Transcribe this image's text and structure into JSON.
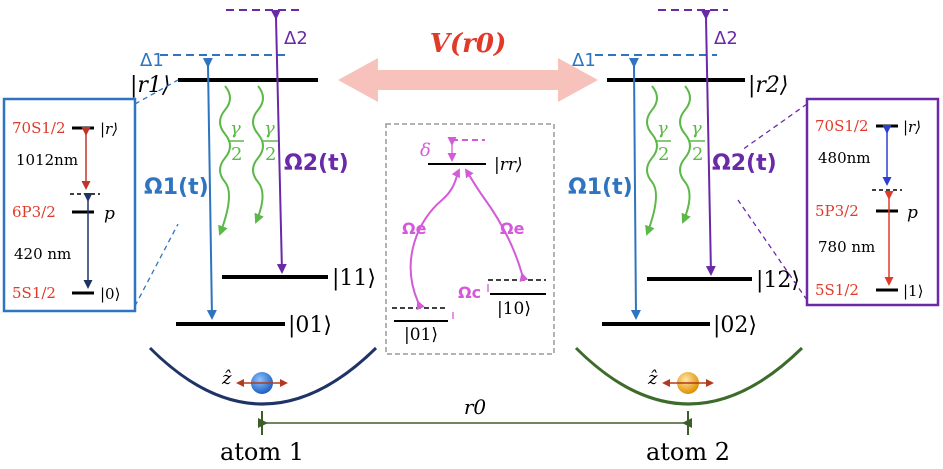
{
  "coupling": {
    "label": "V(r0)"
  },
  "atom1": {
    "detuning_upper": "Δ2",
    "detuning_lower": "Δ1",
    "ket_r": "|r1⟩",
    "ket_1": "|11⟩",
    "ket_0": "|01⟩",
    "omega1": "Ω1(t)",
    "omega2": "Ω2(t)",
    "decay_gamma": "γ",
    "decay_two": "2",
    "axis": "ẑ",
    "label": "atom 1",
    "inset": {
      "level_top": "70S1/2",
      "ket_top": "|r⟩",
      "wavelength_top": "1012nm",
      "level_mid": "6P3/2",
      "ket_mid": "p",
      "wavelength_bottom": "420 nm",
      "level_bottom": "5S1/2",
      "ket_bottom": "|0⟩"
    },
    "colors": {
      "well": "#1f3366",
      "ball": "#2e74d6"
    }
  },
  "atom2": {
    "detuning_upper": "Δ2",
    "detuning_lower": "Δ1",
    "ket_r": "|r2⟩",
    "ket_1": "|12⟩",
    "ket_0": "|02⟩",
    "omega1": "Ω1(t)",
    "omega2": "Ω2(t)",
    "decay_gamma": "γ",
    "decay_two": "2",
    "axis": "ẑ",
    "label": "atom 2",
    "inset": {
      "level_top": "70S1/2",
      "ket_top": "|r⟩",
      "wavelength_top": "480nm",
      "level_mid": "5P3/2",
      "ket_mid": "p",
      "wavelength_bottom": "780 nm",
      "level_bottom": "5S1/2",
      "ket_bottom": "|1⟩"
    },
    "colors": {
      "well": "#3d6b2a",
      "ball": "#f2a516"
    }
  },
  "middle": {
    "delta": "δ",
    "ket_rr": "|rr⟩",
    "omega_e_left": "Ωe",
    "omega_e_right": "Ωe",
    "omega_c": "Ωc",
    "ket_01": "|01⟩",
    "ket_10": "|10⟩"
  },
  "separation": {
    "label": "r0"
  },
  "colors": {
    "blue": "#2f74c0",
    "purple": "#6a2aa8",
    "green": "#5cb848",
    "red": "#e03a2a",
    "pink": "#f7c2bc",
    "magenta": "#d45ad9",
    "dark_green": "#3b5e2b"
  }
}
